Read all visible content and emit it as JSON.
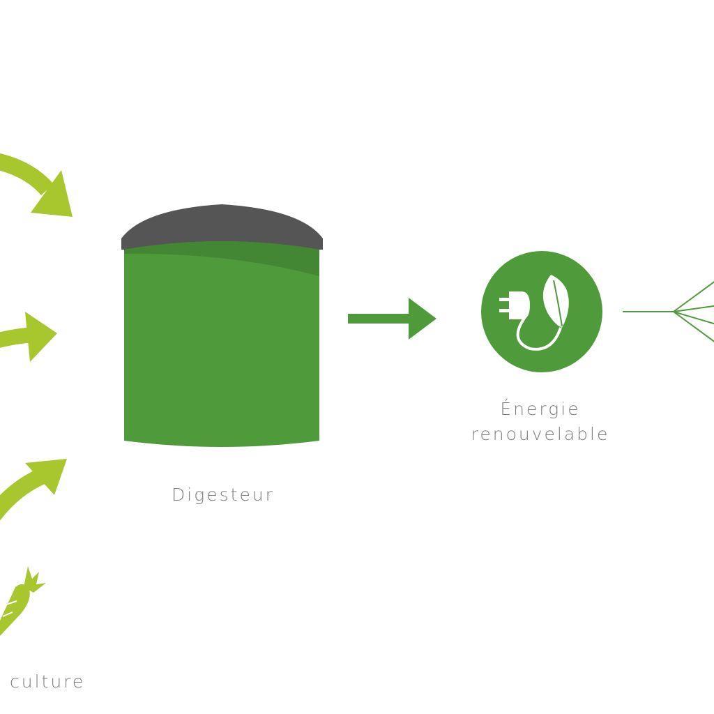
{
  "labels": {
    "digester": "Digesteur",
    "energy_line1": "Énergie",
    "energy_line2": "renouvelable",
    "culture": "culture"
  },
  "colors": {
    "lime": "#a8c62e",
    "green": "#4f9a3b",
    "dark_green": "#438734",
    "dome": "#555555",
    "text": "#7d7d7d",
    "white": "#ffffff"
  },
  "icons": {
    "inputs": [
      "curved-arrow-icon",
      "straight-arrow-icon",
      "diagonal-arrow-icon",
      "carrot-icon"
    ],
    "energy": "plug-leaf-icon",
    "outputs": "fork-lines-icon"
  }
}
